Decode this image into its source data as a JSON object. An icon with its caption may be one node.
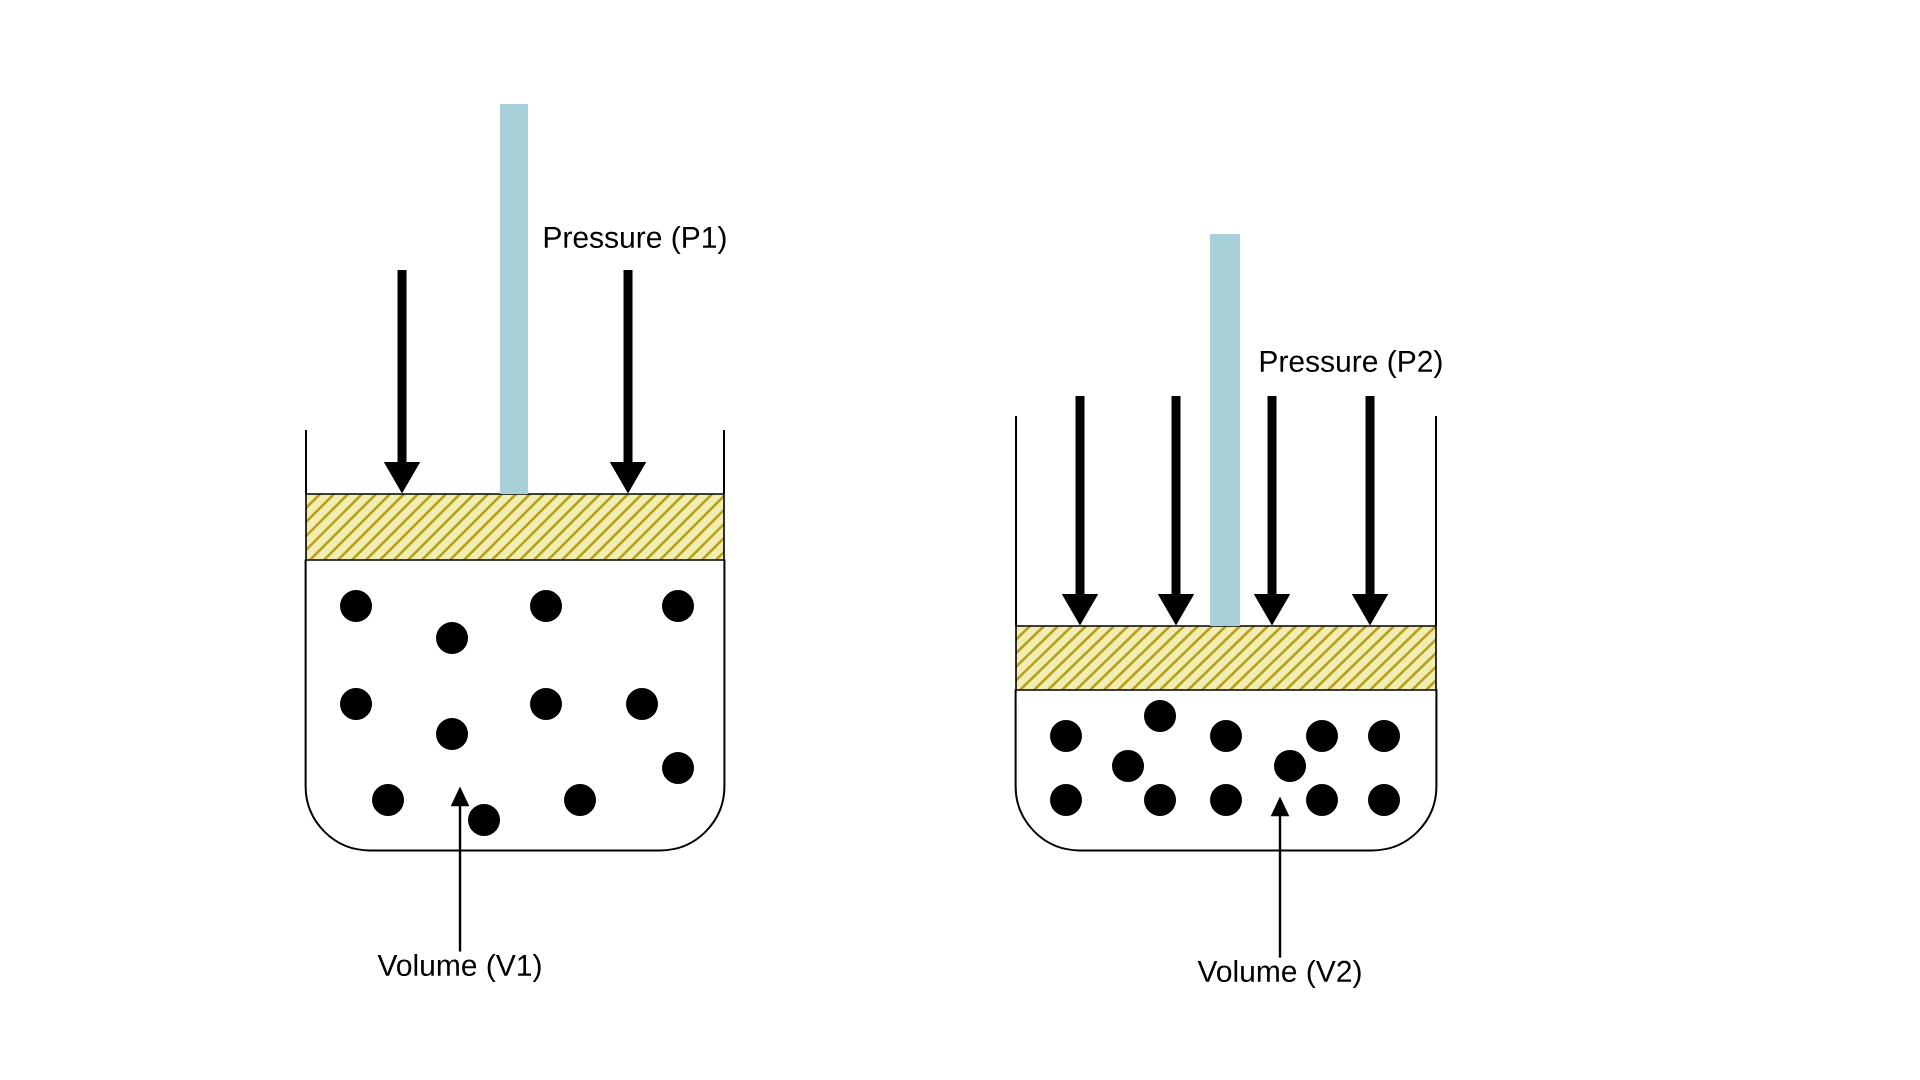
{
  "diagram": {
    "nodes": [
      {
        "text": [
          "Volume (V1)"
        ]
      },
      {
        "text": [],
        "shape": "cylinder"
      },
      {
        "text": [
          "Volume (V2)"
        ]
      },
      {
        "text": [],
        "shape": "cylinder"
      }
    ],
    "edges": [
      {
        "from": 0,
        "to": 1,
        "arrow": "to"
      },
      {
        "from": 2,
        "to": 3,
        "arrow": "to"
      }
    ],
    "labels": [
      "Pressure (P1)",
      "Pressure (P2)"
    ]
  }
}
